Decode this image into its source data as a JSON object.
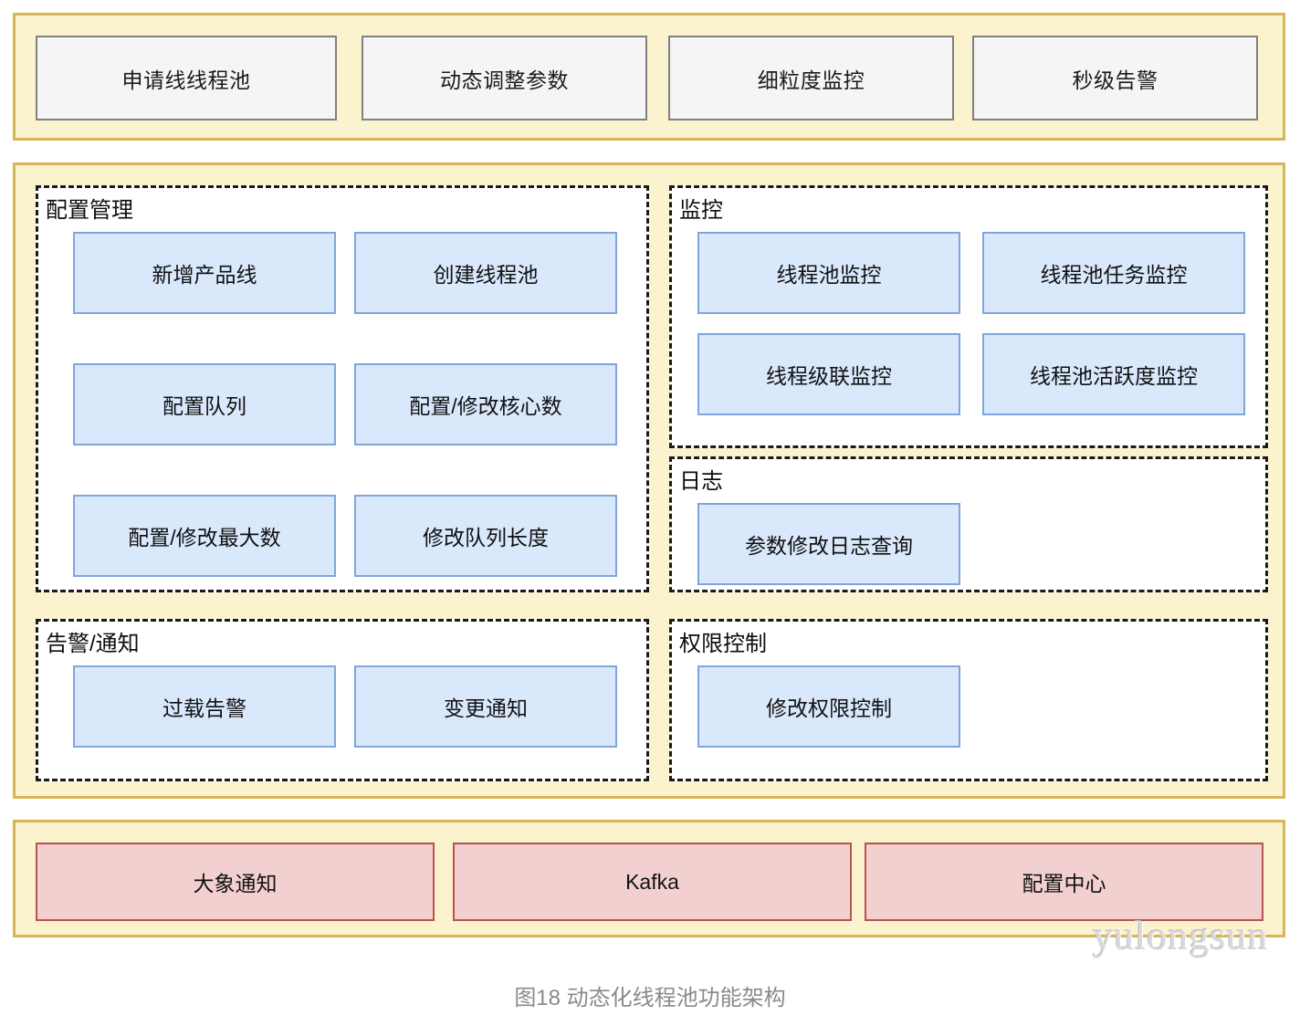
{
  "figure": {
    "caption": "图18 动态化线程池功能架构",
    "watermark": "yulongsun"
  },
  "colors": {
    "band_fill": "#fbf2ce",
    "band_border": "#d6b656",
    "grey_fill": "#f5f5f5",
    "grey_border": "#808080",
    "blue_fill": "#dae8fc",
    "blue_border": "#7ea6dc",
    "pink_fill": "#f2d0d0",
    "pink_border": "#b85450",
    "group_border": "#1a1a1a",
    "group_fill": "#ffffff",
    "caption_color": "#8a8a8a"
  },
  "capabilities": {
    "items": [
      {
        "label": "申请线线程池"
      },
      {
        "label": "动态调整参数"
      },
      {
        "label": "细粒度监控"
      },
      {
        "label": "秒级告警"
      }
    ]
  },
  "groups": {
    "config_management": {
      "title": "配置管理",
      "items": [
        {
          "label": "新增产品线"
        },
        {
          "label": "创建线程池"
        },
        {
          "label": "配置队列"
        },
        {
          "label": "配置/修改核心数"
        },
        {
          "label": "配置/修改最大数"
        },
        {
          "label": "修改队列长度"
        }
      ]
    },
    "alarm_notify": {
      "title": "告警/通知",
      "items": [
        {
          "label": "过载告警"
        },
        {
          "label": "变更通知"
        }
      ]
    },
    "monitoring": {
      "title": "监控",
      "items": [
        {
          "label": "线程池监控"
        },
        {
          "label": "线程池任务监控"
        },
        {
          "label": "线程级联监控"
        },
        {
          "label": "线程池活跃度监控"
        }
      ]
    },
    "logging": {
      "title": "日志",
      "items": [
        {
          "label": "参数修改日志查询"
        }
      ]
    },
    "permission_control": {
      "title": "权限控制",
      "items": [
        {
          "label": "修改权限控制"
        }
      ]
    }
  },
  "infrastructure": {
    "items": [
      {
        "label": "大象通知"
      },
      {
        "label": "Kafka"
      },
      {
        "label": "配置中心"
      }
    ]
  }
}
